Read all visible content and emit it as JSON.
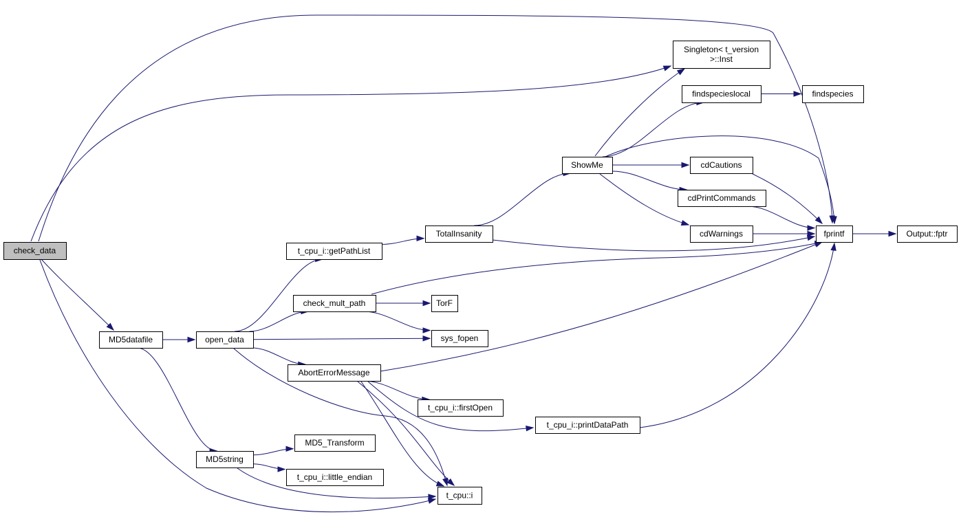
{
  "graph": {
    "edge_color": "#191970",
    "root_fill": "#bfbfbf",
    "nodes": [
      {
        "id": "check_data",
        "lines": [
          "check_data"
        ],
        "root": true
      },
      {
        "id": "MD5datafile",
        "lines": [
          "MD5datafile"
        ]
      },
      {
        "id": "open_data",
        "lines": [
          "open_data"
        ]
      },
      {
        "id": "MD5string",
        "lines": [
          "MD5string"
        ]
      },
      {
        "id": "t_cpu_i_getPathList",
        "lines": [
          "t_cpu_i::getPathList"
        ]
      },
      {
        "id": "check_mult_path",
        "lines": [
          "check_mult_path"
        ]
      },
      {
        "id": "AbortErrorMessage",
        "lines": [
          "AbortErrorMessage"
        ]
      },
      {
        "id": "MD5_Transform",
        "lines": [
          "MD5_Transform"
        ]
      },
      {
        "id": "t_cpu_i_little_endian",
        "lines": [
          "t_cpu_i::little_endian"
        ]
      },
      {
        "id": "TotalInsanity",
        "lines": [
          "TotalInsanity"
        ]
      },
      {
        "id": "TorF",
        "lines": [
          "TorF"
        ]
      },
      {
        "id": "sys_fopen",
        "lines": [
          "sys_fopen"
        ]
      },
      {
        "id": "t_cpu_i_firstOpen",
        "lines": [
          "t_cpu_i::firstOpen"
        ]
      },
      {
        "id": "t_cpu_i",
        "lines": [
          "t_cpu::i"
        ]
      },
      {
        "id": "ShowMe",
        "lines": [
          "ShowMe"
        ]
      },
      {
        "id": "t_cpu_i_printDataPath",
        "lines": [
          "t_cpu_i::printDataPath"
        ]
      },
      {
        "id": "Singleton_Inst",
        "lines": [
          "Singleton< t_version",
          ">::Inst"
        ]
      },
      {
        "id": "findspecieslocal",
        "lines": [
          "findspecieslocal"
        ]
      },
      {
        "id": "cdCautions",
        "lines": [
          "cdCautions"
        ]
      },
      {
        "id": "cdPrintCommands",
        "lines": [
          "cdPrintCommands"
        ]
      },
      {
        "id": "cdWarnings",
        "lines": [
          "cdWarnings"
        ]
      },
      {
        "id": "findspecies",
        "lines": [
          "findspecies"
        ]
      },
      {
        "id": "fprintf",
        "lines": [
          "fprintf"
        ]
      },
      {
        "id": "Output_fptr",
        "lines": [
          "Output::fptr"
        ]
      }
    ],
    "edges": [
      [
        "check_data",
        "fprintf"
      ],
      [
        "check_data",
        "Singleton_Inst"
      ],
      [
        "check_data",
        "MD5datafile"
      ],
      [
        "check_data",
        "t_cpu_i"
      ],
      [
        "MD5datafile",
        "open_data"
      ],
      [
        "MD5datafile",
        "MD5string"
      ],
      [
        "open_data",
        "t_cpu_i_getPathList"
      ],
      [
        "open_data",
        "check_mult_path"
      ],
      [
        "open_data",
        "sys_fopen"
      ],
      [
        "open_data",
        "AbortErrorMessage"
      ],
      [
        "open_data",
        "t_cpu_i"
      ],
      [
        "MD5string",
        "MD5_Transform"
      ],
      [
        "MD5string",
        "t_cpu_i_little_endian"
      ],
      [
        "MD5string",
        "t_cpu_i"
      ],
      [
        "t_cpu_i_getPathList",
        "TotalInsanity"
      ],
      [
        "check_mult_path",
        "fprintf"
      ],
      [
        "check_mult_path",
        "TorF"
      ],
      [
        "check_mult_path",
        "sys_fopen"
      ],
      [
        "AbortErrorMessage",
        "fprintf"
      ],
      [
        "AbortErrorMessage",
        "t_cpu_i_firstOpen"
      ],
      [
        "AbortErrorMessage",
        "t_cpu_i_printDataPath"
      ],
      [
        "AbortErrorMessage",
        "t_cpu_i"
      ],
      [
        "TotalInsanity",
        "ShowMe"
      ],
      [
        "TotalInsanity",
        "fprintf"
      ],
      [
        "ShowMe",
        "Singleton_Inst"
      ],
      [
        "ShowMe",
        "findspecieslocal"
      ],
      [
        "ShowMe",
        "fprintf"
      ],
      [
        "ShowMe",
        "cdCautions"
      ],
      [
        "ShowMe",
        "cdPrintCommands"
      ],
      [
        "ShowMe",
        "cdWarnings"
      ],
      [
        "findspecieslocal",
        "findspecies"
      ],
      [
        "cdCautions",
        "fprintf"
      ],
      [
        "cdPrintCommands",
        "fprintf"
      ],
      [
        "cdWarnings",
        "fprintf"
      ],
      [
        "t_cpu_i_printDataPath",
        "fprintf"
      ],
      [
        "fprintf",
        "Output_fptr"
      ]
    ]
  }
}
